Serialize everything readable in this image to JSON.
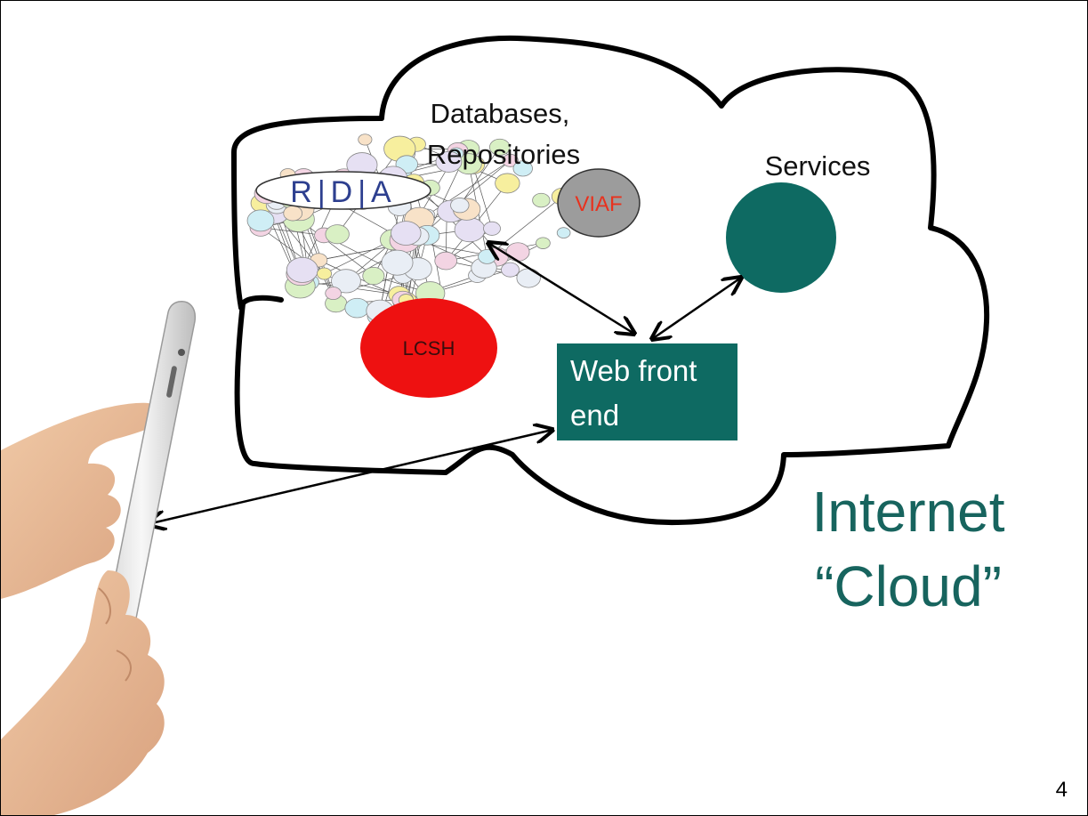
{
  "slide": {
    "page_number": "4"
  },
  "cloud": {
    "title_line1": "Internet",
    "title_line2": "“Cloud”",
    "title_color": "#17645e"
  },
  "databases": {
    "label_line1": "Databases,",
    "label_line2": "Repositories",
    "rda_label": "R|D|A",
    "viaf_label": "VIAF",
    "lcsh_label": "LCSH"
  },
  "services": {
    "label": "Services",
    "color": "#0e6a62"
  },
  "web_front_end": {
    "label_line1": "Web front",
    "label_line2": "end",
    "color": "#0e6a62"
  },
  "colors": {
    "lcsh": "#ee1111",
    "viaf_fill": "#9c9c9c",
    "viaf_text": "#e8321e",
    "rda_text": "#2d3f8f"
  },
  "icons": [
    "tablet-device",
    "hand-icon"
  ]
}
